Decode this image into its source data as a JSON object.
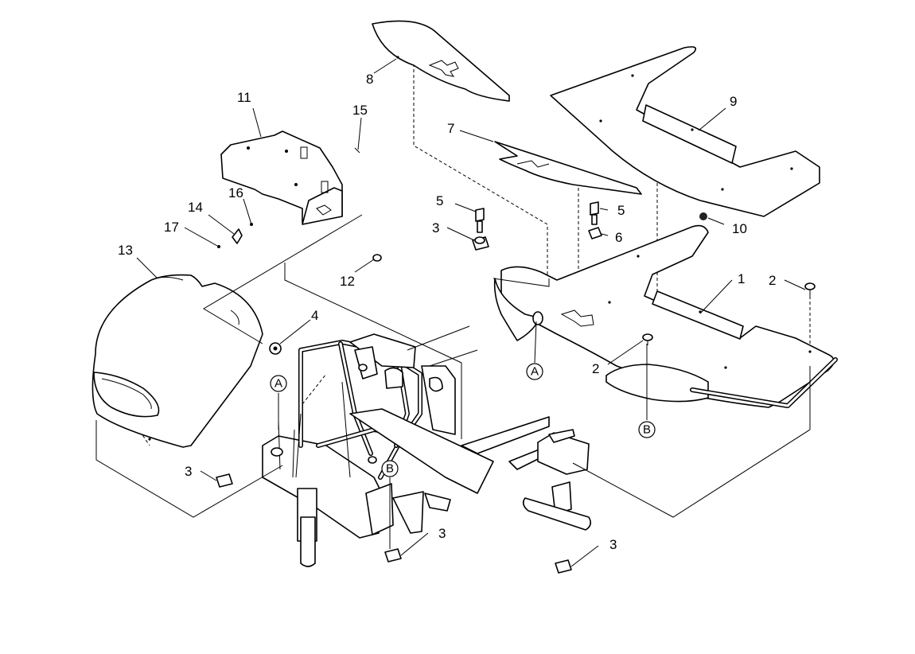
{
  "callouts": {
    "c1": "1",
    "c2a": "2",
    "c2b": "2",
    "c3a": "3",
    "c3b": "3",
    "c3c": "3",
    "c3d": "3",
    "c4": "4",
    "c5a": "5",
    "c5b": "5",
    "c6": "6",
    "c7": "7",
    "c8": "8",
    "c9": "9",
    "c10": "10",
    "c11": "11",
    "c12": "12",
    "c13": "13",
    "c14": "14",
    "c15": "15",
    "c16": "16",
    "c17": "17"
  },
  "refs": {
    "a1": "A",
    "a2": "A",
    "b1": "B",
    "b2": "B"
  }
}
